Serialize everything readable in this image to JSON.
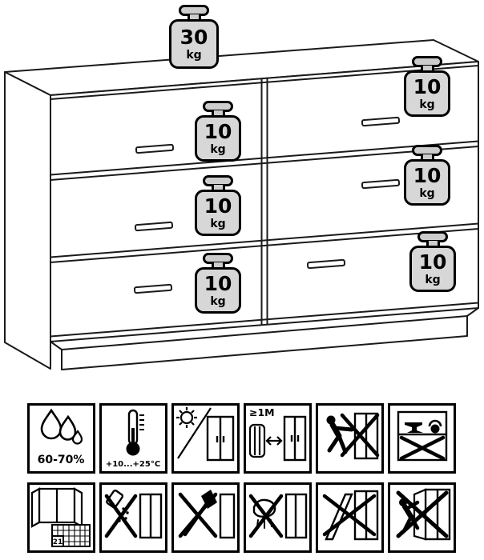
{
  "weights": {
    "top": {
      "value": "30",
      "unit": "kg"
    },
    "drawers": [
      {
        "value": "10",
        "unit": "kg"
      },
      {
        "value": "10",
        "unit": "kg"
      },
      {
        "value": "10",
        "unit": "kg"
      },
      {
        "value": "10",
        "unit": "kg"
      },
      {
        "value": "10",
        "unit": "kg"
      },
      {
        "value": "10",
        "unit": "kg"
      }
    ]
  },
  "care": {
    "items": [
      {
        "name": "humidity",
        "label": "60-70%"
      },
      {
        "name": "temperature-range",
        "label": "+10...+25°C"
      },
      {
        "name": "avoid-direct-sunlight",
        "label": ""
      },
      {
        "name": "keep-distance-from-heat",
        "label": "≥1M"
      },
      {
        "name": "do-not-push-or-drag",
        "label": ""
      },
      {
        "name": "do-not-store-heavy-items",
        "label": ""
      },
      {
        "name": "ventilate-room",
        "label": "21"
      },
      {
        "name": "no-abrasive-cleaners",
        "label": ""
      },
      {
        "name": "no-sharp-tools",
        "label": ""
      },
      {
        "name": "no-wet-cleaning",
        "label": ""
      },
      {
        "name": "do-not-lean-panels",
        "label": ""
      },
      {
        "name": "do-not-climb",
        "label": ""
      }
    ]
  }
}
